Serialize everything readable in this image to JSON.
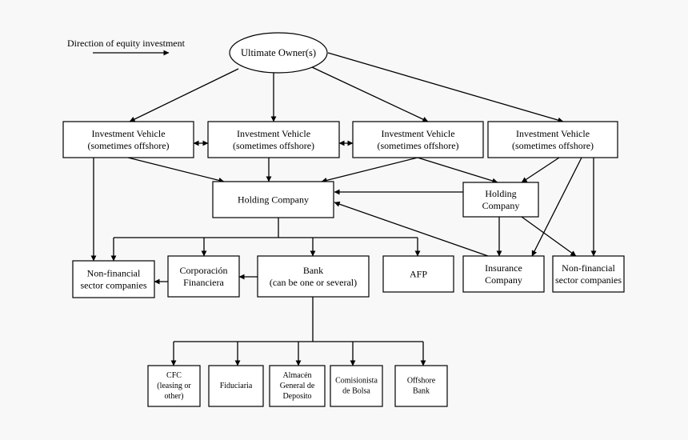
{
  "legend": {
    "label": "Direction of equity investment"
  },
  "nodes": {
    "owner": {
      "lines": [
        "Ultimate Owner(s)"
      ]
    },
    "iv1": {
      "lines": [
        "Investment Vehicle",
        "(sometimes offshore)"
      ]
    },
    "iv2": {
      "lines": [
        "Investment Vehicle",
        "(sometimes offshore)"
      ]
    },
    "iv3": {
      "lines": [
        "Investment Vehicle",
        "(sometimes offshore)"
      ]
    },
    "iv4": {
      "lines": [
        "Investment Vehicle",
        "(sometimes offshore)"
      ]
    },
    "hc1": {
      "lines": [
        "Holding Company"
      ]
    },
    "hc2": {
      "lines": [
        "Holding",
        "Company"
      ]
    },
    "nf1": {
      "lines": [
        "Non-financial",
        "sector companies"
      ]
    },
    "cf": {
      "lines": [
        "Corporación",
        "Financiera"
      ]
    },
    "bank": {
      "lines": [
        "Bank",
        "(can be one or several)"
      ]
    },
    "afp": {
      "lines": [
        "AFP"
      ]
    },
    "ins": {
      "lines": [
        "Insurance",
        "Company"
      ]
    },
    "nf2": {
      "lines": [
        "Non-financial",
        "sector companies"
      ]
    },
    "cfc": {
      "lines": [
        "CFC",
        "(leasing or",
        "other)"
      ]
    },
    "fid": {
      "lines": [
        "Fiduciaria"
      ]
    },
    "alm": {
      "lines": [
        "Almacén",
        "General de",
        "Deposito"
      ]
    },
    "com": {
      "lines": [
        "Comisionista",
        "de Bolsa"
      ]
    },
    "off": {
      "lines": [
        "Offshore",
        "Bank"
      ]
    }
  }
}
